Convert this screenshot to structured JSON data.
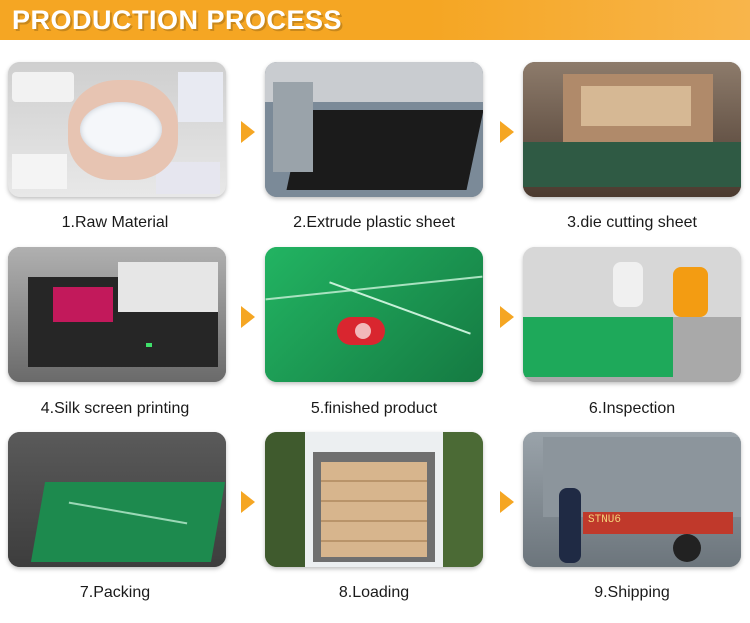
{
  "header": {
    "title": "PRODUCTION PROCESS"
  },
  "colors": {
    "accent": "#f5a623",
    "board_green": "#1ea95a",
    "sheet_black": "#1b1b1b"
  },
  "steps": [
    {
      "label": "1.Raw Material"
    },
    {
      "label": "2.Extrude plastic sheet"
    },
    {
      "label": "3.die cutting sheet"
    },
    {
      "label": "4.Silk screen printing"
    },
    {
      "label": "5.finished product"
    },
    {
      "label": "6.Inspection"
    },
    {
      "label": "7.Packing"
    },
    {
      "label": "8.Loading"
    },
    {
      "label": "9.Shipping"
    }
  ],
  "photos": {
    "shipping_plate": "STNU6"
  }
}
